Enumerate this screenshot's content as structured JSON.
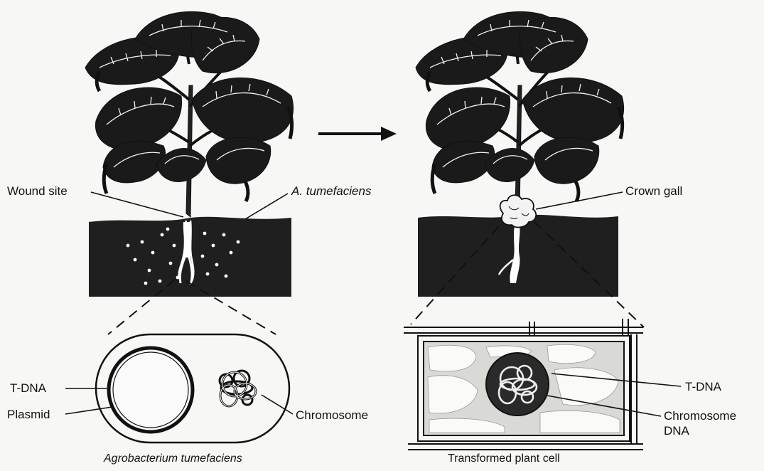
{
  "left": {
    "labels": {
      "wound_site": "Wound site",
      "a_tumefaciens": "A. tumefaciens",
      "t_dna": "T-DNA",
      "plasmid": "Plasmid",
      "chromosome": "Chromosome"
    },
    "caption": "Agrobacterium tumefaciens"
  },
  "right": {
    "labels": {
      "crown_gall": "Crown gall",
      "t_dna": "T-DNA",
      "chromosome_dna": "Chromosome\nDNA"
    },
    "caption": "Transformed plant cell"
  },
  "colors": {
    "ink": "#111111",
    "soil": "#1f1f1f",
    "background": "#f7f7f5"
  }
}
